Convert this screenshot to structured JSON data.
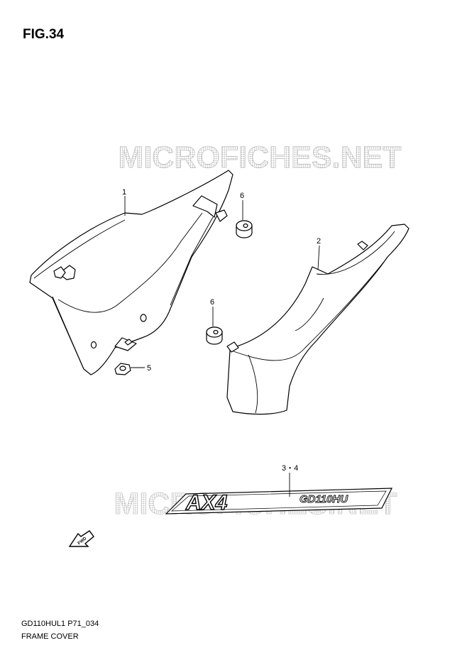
{
  "figure": {
    "title": "FIG.34"
  },
  "watermark": {
    "text": "MICROFICHES.NET",
    "color": "#c8c8c8"
  },
  "callouts": [
    "1",
    "2",
    "6",
    "6",
    "5",
    "3・4"
  ],
  "decal": {
    "logo_text": "AX4",
    "model_text": "GD110HU"
  },
  "fwd_arrow": {
    "label": "FWD"
  },
  "footer": {
    "model_code": "GD110HUL1 P71_034",
    "assembly_name": "FRAME COVER"
  }
}
